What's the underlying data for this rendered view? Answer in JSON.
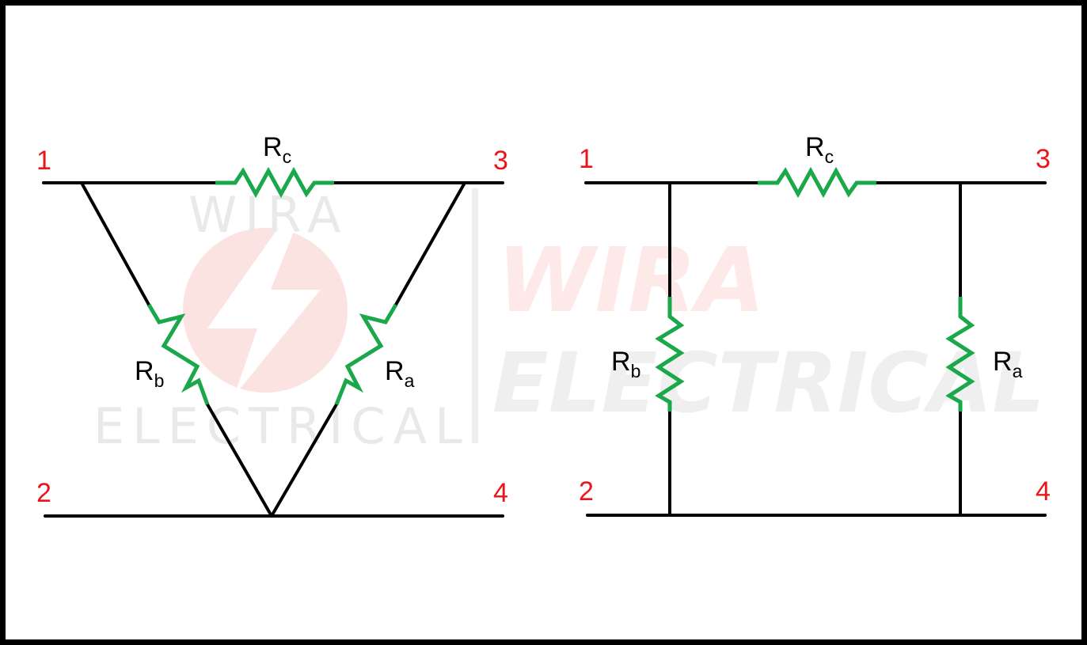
{
  "colors": {
    "wire": "#000000",
    "resistor": "#1aa84a",
    "terminal": "#e8161b",
    "watermark_text": "#e9e9e9",
    "watermark_logo": "#fbe3e1",
    "watermark_bold_red": "#fde9e8",
    "watermark_bold_grey": "#efefef"
  },
  "watermark": {
    "brand_top": "WIRA",
    "brand_bottom": "ELECTRICAL",
    "icon": "lightning-bolt-logo-icon"
  },
  "delta_network": {
    "terminals": {
      "t1": "1",
      "t2": "2",
      "t3": "3",
      "t4": "4"
    },
    "resistors": {
      "rc": {
        "name": "R",
        "sub": "c"
      },
      "rb": {
        "name": "R",
        "sub": "b"
      },
      "ra": {
        "name": "R",
        "sub": "a"
      }
    }
  },
  "pi_network": {
    "terminals": {
      "t1": "1",
      "t2": "2",
      "t3": "3",
      "t4": "4"
    },
    "resistors": {
      "rc": {
        "name": "R",
        "sub": "c"
      },
      "rb": {
        "name": "R",
        "sub": "b"
      },
      "ra": {
        "name": "R",
        "sub": "a"
      }
    }
  }
}
